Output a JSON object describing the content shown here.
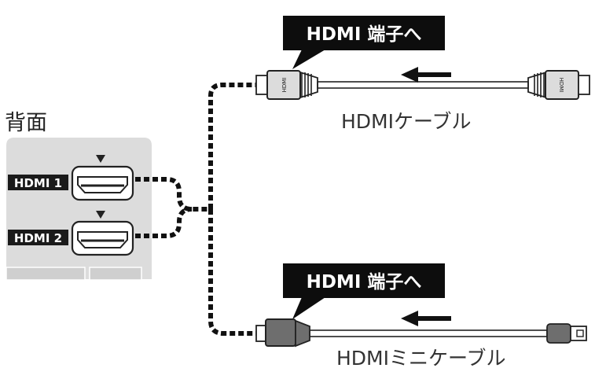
{
  "panel": {
    "title": "背面",
    "ports": [
      {
        "label": "HDMI 1"
      },
      {
        "label": "HDMI 2"
      }
    ]
  },
  "top_connection": {
    "callout": "HDMI 端子へ",
    "cable_label": "HDMIケーブル",
    "plug_marking": "HDMI"
  },
  "bottom_connection": {
    "callout": "HDMI 端子へ",
    "cable_label": "HDMIミニケーブル"
  },
  "colors": {
    "panel_bg": "#dcdcdc",
    "badge_bg": "#1a1a1a",
    "callout_bg": "#0d0d0d",
    "line": "#111111",
    "plug_gray": "#6e6e6e"
  }
}
